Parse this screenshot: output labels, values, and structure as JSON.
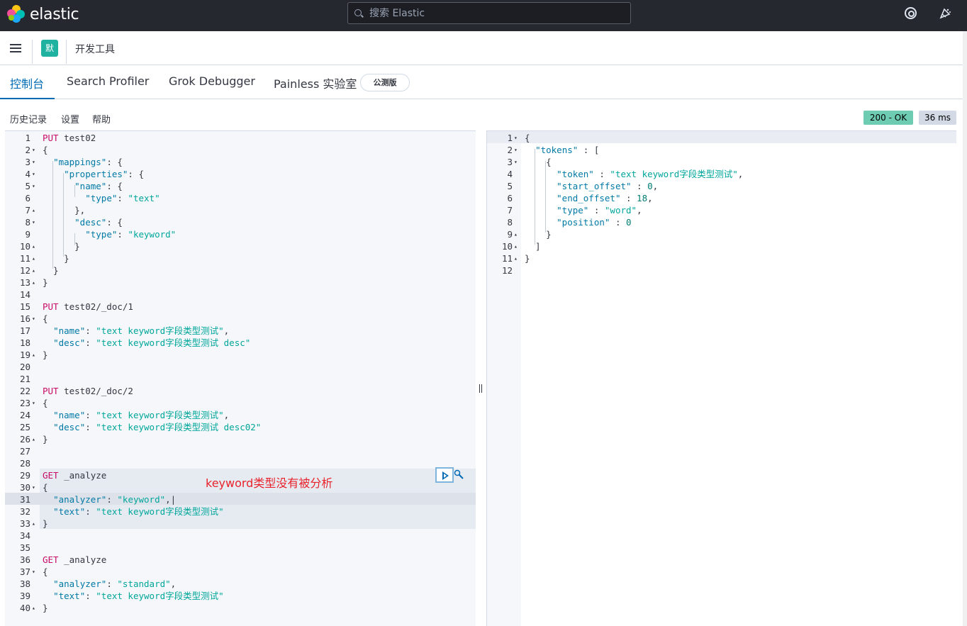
{
  "header": {
    "logo_text": "elastic",
    "search_placeholder": "搜索 Elastic",
    "icons": [
      "elastic-logo-icon",
      "search-icon",
      "help-icon",
      "newsfeed-icon"
    ]
  },
  "breadcrumb": {
    "space_badge": "默",
    "current": "开发工具"
  },
  "tabs": [
    {
      "label": "控制台",
      "active": true
    },
    {
      "label": "Search Profiler",
      "active": false
    },
    {
      "label": "Grok Debugger",
      "active": false
    },
    {
      "label": "Painless 实验室",
      "active": false
    }
  ],
  "beta_badge": "公测版",
  "toolbar": {
    "history": "历史记录",
    "settings": "设置",
    "help": "帮助",
    "status": "200 - OK",
    "duration": "36 ms"
  },
  "annotation": "keyword类型没有被分析",
  "request_lines": [
    {
      "n": "1",
      "fold": "",
      "code": [
        [
          "m",
          "PUT"
        ],
        [
          "u",
          " test02"
        ]
      ]
    },
    {
      "n": "2",
      "fold": "▾",
      "code": [
        [
          "p",
          "{"
        ]
      ]
    },
    {
      "n": "3",
      "fold": "▾",
      "code": [
        [
          "p",
          "  "
        ],
        [
          "k",
          "\"mappings\""
        ],
        [
          "p",
          ": {"
        ]
      ]
    },
    {
      "n": "4",
      "fold": "▾",
      "code": [
        [
          "p",
          "    "
        ],
        [
          "k",
          "\"properties\""
        ],
        [
          "p",
          ": {"
        ]
      ]
    },
    {
      "n": "5",
      "fold": "▾",
      "code": [
        [
          "p",
          "      "
        ],
        [
          "k",
          "\"name\""
        ],
        [
          "p",
          ": {"
        ]
      ]
    },
    {
      "n": "6",
      "fold": "",
      "code": [
        [
          "p",
          "        "
        ],
        [
          "k",
          "\"type\""
        ],
        [
          "p",
          ": "
        ],
        [
          "s",
          "\"text\""
        ]
      ]
    },
    {
      "n": "7",
      "fold": "▴",
      "code": [
        [
          "p",
          "      },"
        ]
      ]
    },
    {
      "n": "8",
      "fold": "▾",
      "code": [
        [
          "p",
          "      "
        ],
        [
          "k",
          "\"desc\""
        ],
        [
          "p",
          ": {"
        ]
      ]
    },
    {
      "n": "9",
      "fold": "",
      "code": [
        [
          "p",
          "        "
        ],
        [
          "k",
          "\"type\""
        ],
        [
          "p",
          ": "
        ],
        [
          "s",
          "\"keyword\""
        ]
      ]
    },
    {
      "n": "10",
      "fold": "▴",
      "code": [
        [
          "p",
          "      }"
        ]
      ]
    },
    {
      "n": "11",
      "fold": "▴",
      "code": [
        [
          "p",
          "    }"
        ]
      ]
    },
    {
      "n": "12",
      "fold": "▴",
      "code": [
        [
          "p",
          "  }"
        ]
      ]
    },
    {
      "n": "13",
      "fold": "▴",
      "code": [
        [
          "p",
          "}"
        ]
      ]
    },
    {
      "n": "14",
      "fold": "",
      "code": []
    },
    {
      "n": "15",
      "fold": "",
      "code": [
        [
          "m",
          "PUT"
        ],
        [
          "u",
          " test02/_doc/1"
        ]
      ]
    },
    {
      "n": "16",
      "fold": "▾",
      "code": [
        [
          "p",
          "{"
        ]
      ]
    },
    {
      "n": "17",
      "fold": "",
      "code": [
        [
          "p",
          "  "
        ],
        [
          "k",
          "\"name\""
        ],
        [
          "p",
          ": "
        ],
        [
          "s",
          "\"text keyword字段类型测试\""
        ],
        [
          "p",
          ","
        ]
      ]
    },
    {
      "n": "18",
      "fold": "",
      "code": [
        [
          "p",
          "  "
        ],
        [
          "k",
          "\"desc\""
        ],
        [
          "p",
          ": "
        ],
        [
          "s",
          "\"text keyword字段类型测试 desc\""
        ]
      ]
    },
    {
      "n": "19",
      "fold": "▴",
      "code": [
        [
          "p",
          "}"
        ]
      ]
    },
    {
      "n": "20",
      "fold": "",
      "code": []
    },
    {
      "n": "21",
      "fold": "",
      "code": []
    },
    {
      "n": "22",
      "fold": "",
      "code": [
        [
          "m",
          "PUT"
        ],
        [
          "u",
          " test02/_doc/2"
        ]
      ]
    },
    {
      "n": "23",
      "fold": "▾",
      "code": [
        [
          "p",
          "{"
        ]
      ]
    },
    {
      "n": "24",
      "fold": "",
      "code": [
        [
          "p",
          "  "
        ],
        [
          "k",
          "\"name\""
        ],
        [
          "p",
          ": "
        ],
        [
          "s",
          "\"text keyword字段类型测试\""
        ],
        [
          "p",
          ","
        ]
      ]
    },
    {
      "n": "25",
      "fold": "",
      "code": [
        [
          "p",
          "  "
        ],
        [
          "k",
          "\"desc\""
        ],
        [
          "p",
          ": "
        ],
        [
          "s",
          "\"text keyword字段类型测试 desc02\""
        ]
      ]
    },
    {
      "n": "26",
      "fold": "▴",
      "code": [
        [
          "p",
          "}"
        ]
      ]
    },
    {
      "n": "27",
      "fold": "",
      "code": []
    },
    {
      "n": "28",
      "fold": "",
      "code": []
    },
    {
      "n": "29",
      "fold": "",
      "code": [
        [
          "m",
          "GET"
        ],
        [
          "u",
          " _analyze"
        ]
      ]
    },
    {
      "n": "30",
      "fold": "▾",
      "code": [
        [
          "p",
          "{"
        ]
      ]
    },
    {
      "n": "31",
      "fold": "",
      "code": [
        [
          "p",
          "  "
        ],
        [
          "k",
          "\"analyzer\""
        ],
        [
          "p",
          ": "
        ],
        [
          "s",
          "\"keyword\""
        ],
        [
          "p",
          ",|"
        ]
      ]
    },
    {
      "n": "32",
      "fold": "",
      "code": [
        [
          "p",
          "  "
        ],
        [
          "k",
          "\"text\""
        ],
        [
          "p",
          ": "
        ],
        [
          "s",
          "\"text keyword字段类型测试\""
        ]
      ]
    },
    {
      "n": "33",
      "fold": "▴",
      "code": [
        [
          "p",
          "}"
        ]
      ]
    },
    {
      "n": "34",
      "fold": "",
      "code": []
    },
    {
      "n": "35",
      "fold": "",
      "code": []
    },
    {
      "n": "36",
      "fold": "",
      "code": [
        [
          "m",
          "GET"
        ],
        [
          "u",
          " _analyze"
        ]
      ]
    },
    {
      "n": "37",
      "fold": "▾",
      "code": [
        [
          "p",
          "{"
        ]
      ]
    },
    {
      "n": "38",
      "fold": "",
      "code": [
        [
          "p",
          "  "
        ],
        [
          "k",
          "\"analyzer\""
        ],
        [
          "p",
          ": "
        ],
        [
          "s",
          "\"standard\""
        ],
        [
          "p",
          ","
        ]
      ]
    },
    {
      "n": "39",
      "fold": "",
      "code": [
        [
          "p",
          "  "
        ],
        [
          "k",
          "\"text\""
        ],
        [
          "p",
          ": "
        ],
        [
          "s",
          "\"text keyword字段类型测试\""
        ]
      ]
    },
    {
      "n": "40",
      "fold": "▴",
      "code": [
        [
          "p",
          "}"
        ]
      ]
    }
  ],
  "response_lines": [
    {
      "n": "1",
      "fold": "▾",
      "code": [
        [
          "p",
          "{"
        ]
      ]
    },
    {
      "n": "2",
      "fold": "▾",
      "code": [
        [
          "p",
          "  "
        ],
        [
          "k",
          "\"tokens\""
        ],
        [
          "p",
          " : ["
        ]
      ]
    },
    {
      "n": "3",
      "fold": "▾",
      "code": [
        [
          "p",
          "    {"
        ]
      ]
    },
    {
      "n": "4",
      "fold": "",
      "code": [
        [
          "p",
          "      "
        ],
        [
          "k",
          "\"token\""
        ],
        [
          "p",
          " : "
        ],
        [
          "s",
          "\"text keyword字段类型测试\""
        ],
        [
          "p",
          ","
        ]
      ]
    },
    {
      "n": "5",
      "fold": "",
      "code": [
        [
          "p",
          "      "
        ],
        [
          "k",
          "\"start_offset\""
        ],
        [
          "p",
          " : "
        ],
        [
          "s2",
          "0"
        ],
        [
          "p",
          ","
        ]
      ]
    },
    {
      "n": "6",
      "fold": "",
      "code": [
        [
          "p",
          "      "
        ],
        [
          "k",
          "\"end_offset\""
        ],
        [
          "p",
          " : "
        ],
        [
          "s2",
          "18"
        ],
        [
          "p",
          ","
        ]
      ]
    },
    {
      "n": "7",
      "fold": "",
      "code": [
        [
          "p",
          "      "
        ],
        [
          "k",
          "\"type\""
        ],
        [
          "p",
          " : "
        ],
        [
          "s",
          "\"word\""
        ],
        [
          "p",
          ","
        ]
      ]
    },
    {
      "n": "8",
      "fold": "",
      "code": [
        [
          "p",
          "      "
        ],
        [
          "k",
          "\"position\""
        ],
        [
          "p",
          " : "
        ],
        [
          "s2",
          "0"
        ]
      ]
    },
    {
      "n": "9",
      "fold": "▴",
      "code": [
        [
          "p",
          "    }"
        ]
      ]
    },
    {
      "n": "10",
      "fold": "▴",
      "code": [
        [
          "p",
          "  ]"
        ]
      ]
    },
    {
      "n": "11",
      "fold": "▴",
      "code": [
        [
          "p",
          "}"
        ]
      ]
    },
    {
      "n": "12",
      "fold": "",
      "code": []
    }
  ]
}
